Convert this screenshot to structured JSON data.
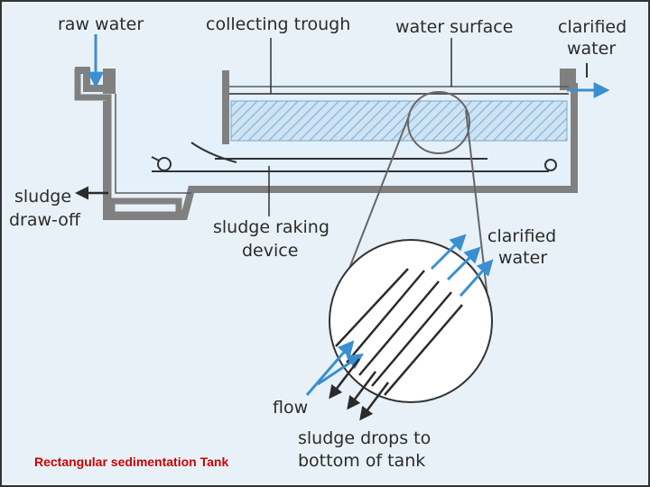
{
  "labels": {
    "raw_water": "raw water",
    "collecting_trough": "collecting trough",
    "water_surface": "water surface",
    "clarified_water_top_1": "clarified",
    "clarified_water_top_2": "water",
    "sludge_drawoff_1": "sludge",
    "sludge_drawoff_2": "draw-off",
    "sludge_raking_1": "sludge raking",
    "sludge_raking_2": "device",
    "clarified_water_detail_1": "clarified",
    "clarified_water_detail_2": "water",
    "flow": "flow",
    "sludge_drops_1": "sludge drops to",
    "sludge_drops_2": "bottom of tank"
  },
  "caption": "Rectangular sedimentation Tank",
  "colors": {
    "background": "#e8f1f8",
    "tank_wall": "#808080",
    "water": "#e4f0fa",
    "plates": "#a9cde8",
    "arrow_blue": "#3a8fd1",
    "text": "#2b2b2b",
    "caption": "#cc0000"
  }
}
